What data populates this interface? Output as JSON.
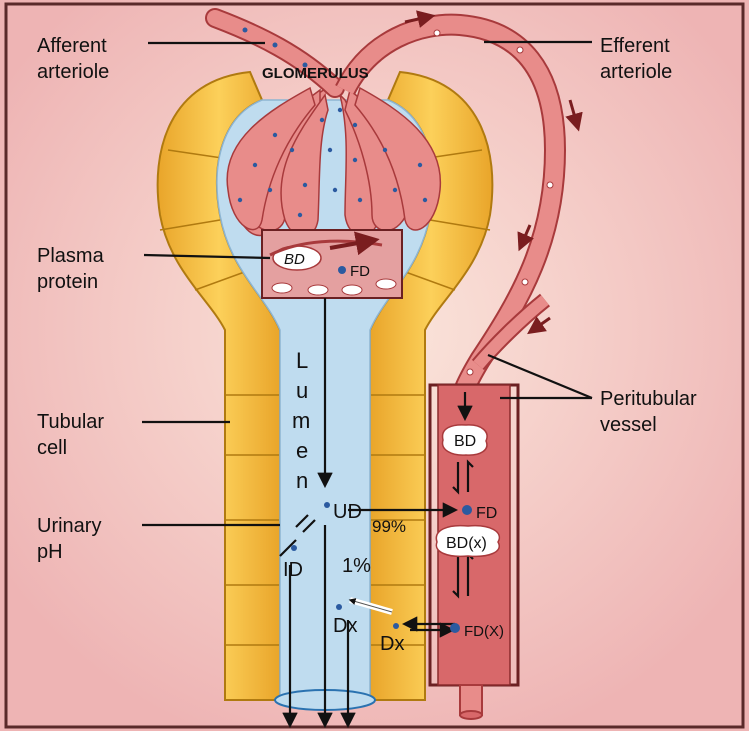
{
  "labels": {
    "afferent_line1": "Afferent",
    "afferent_line2": "arteriole",
    "glomerulus": "GLOMERULUS",
    "efferent_line1": "Efferent",
    "efferent_line2": "arteriole",
    "plasma_line1": "Plasma",
    "plasma_line2": "protein",
    "lumen_letters": [
      "L",
      "u",
      "m",
      "e",
      "n"
    ],
    "tubular_line1": "Tubular",
    "tubular_line2": "cell",
    "peritubular_line1": "Peritubular",
    "peritubular_line2": "vessel",
    "urinary_line1": "Urinary",
    "urinary_line2": "pH"
  },
  "species": {
    "bd_glom": "BD",
    "fd_glom": "FD",
    "ud": "UD",
    "pct_99": "99%",
    "pct_1": "1%",
    "id": "ID",
    "dx_lumen": "Dx",
    "dx_wall": "Dx",
    "bd_vessel": "BD",
    "fd_vessel": "FD",
    "bdx_vessel": "BD(x)",
    "fdx_vessel": "FD(X)"
  },
  "colors": {
    "background": "#f3c9c6",
    "tubule_yellow": "#f4bf3c",
    "lumen_blue": "#bfdcef",
    "vessel_red": "#e88c8a",
    "vessel_dark": "#a83a3c",
    "dot_blue": "#2b5aa0"
  }
}
